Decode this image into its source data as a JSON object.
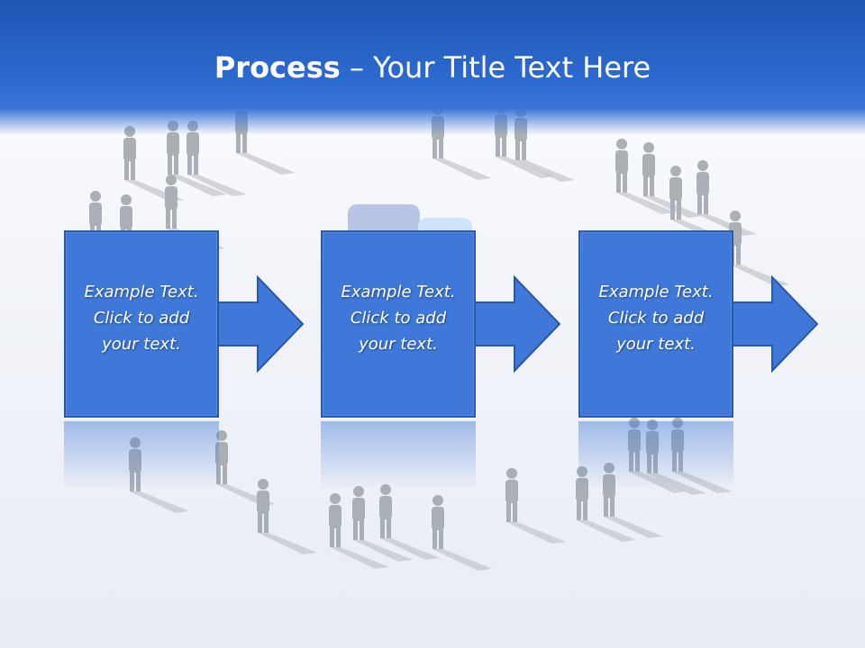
{
  "slide": {
    "title_bold": "Process",
    "title_rest": " – Your Title Text Here"
  },
  "steps": [
    {
      "line1": "Example Text.",
      "line2": "Click  to add",
      "line3": "your text."
    },
    {
      "line1": "Example Text.",
      "line2": "Click  to add",
      "line3": "your text."
    },
    {
      "line1": "Example Text.",
      "line2": "Click  to add",
      "line3": "your text."
    }
  ],
  "colors": {
    "header": "#2d6ad0",
    "box_fill": "#3f78d8",
    "box_border": "#2a58a8",
    "text": "#ffffff"
  },
  "icons": [
    "arrow-right-icon",
    "people-silhouette-background"
  ]
}
